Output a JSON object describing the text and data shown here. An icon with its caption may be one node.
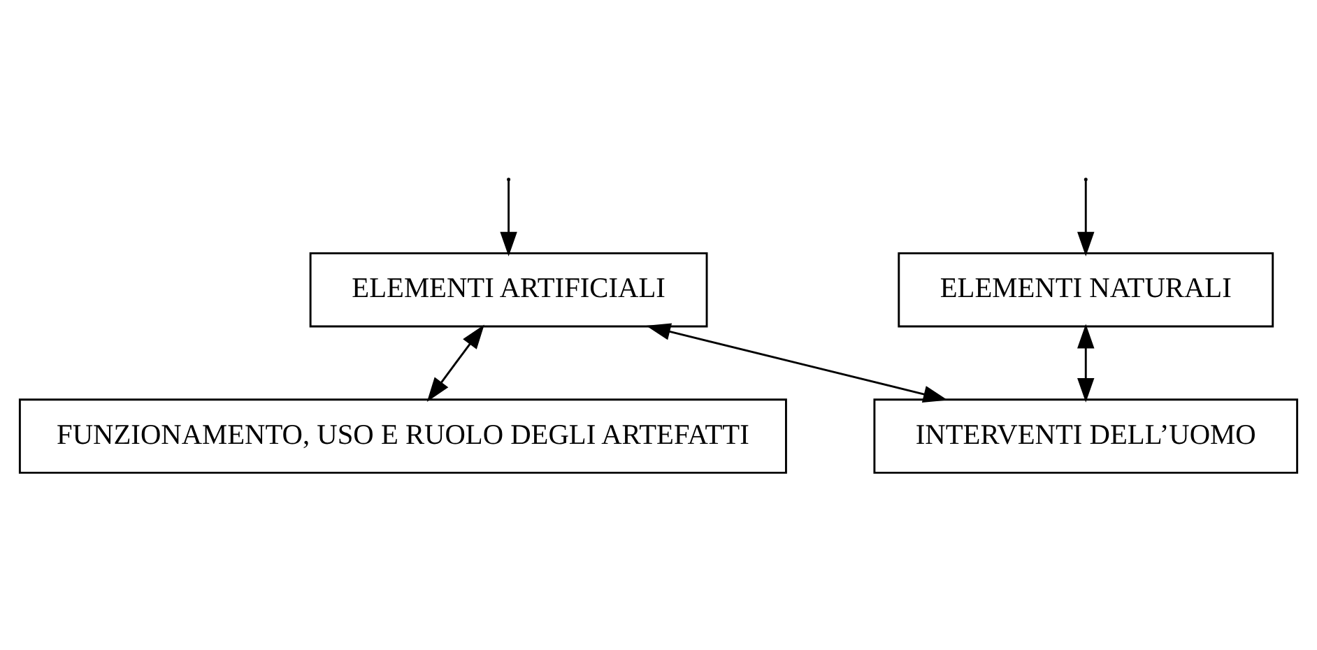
{
  "diagram": {
    "nodes": [
      {
        "text": [
          "ELEMENTI NATURALI"
        ]
      },
      {
        "text": [
          "ELEMENTI ARTIFICIALI"
        ]
      },
      {
        "text": [
          "INTERVENTI DELL’UOMO"
        ]
      },
      {
        "text": [
          "FUNZIONAMENTO, USO E RUOLO DEGLI ARTEFATTI"
        ]
      }
    ],
    "edges": [
      {
        "from": null,
        "to": 0,
        "arrow": "to"
      },
      {
        "from": null,
        "to": 1,
        "arrow": "to"
      },
      {
        "from": 0,
        "to": 2,
        "arrow": "both"
      },
      {
        "from": 2,
        "to": 1,
        "arrow": "both"
      },
      {
        "from": 1,
        "to": 3,
        "arrow": "both"
      }
    ]
  }
}
